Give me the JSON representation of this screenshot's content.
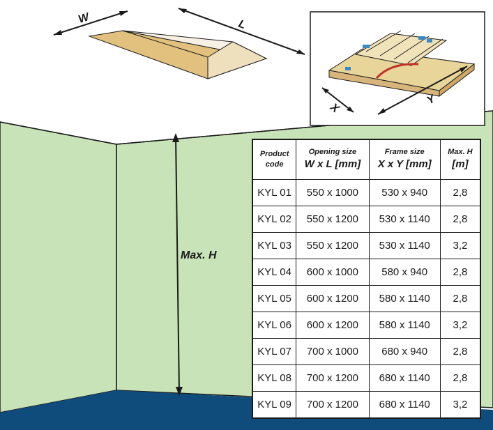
{
  "labels": {
    "width": "W",
    "length": "L",
    "frame_x": "X",
    "frame_y": "Y",
    "max_h": "Max. H"
  },
  "table": {
    "headers": {
      "product": [
        "Product",
        "code"
      ],
      "opening": {
        "top": "Opening size",
        "bottom": "W x L [mm]"
      },
      "frame": {
        "top": "Frame size",
        "bottom": "X x Y [mm]"
      },
      "maxh": {
        "top": "Max. H",
        "bottom": "[m]"
      }
    },
    "rows": [
      {
        "code": "KYL 01",
        "opening": "550 x 1000",
        "frame": "530 x 940",
        "max_h": "2,8"
      },
      {
        "code": "KYL 02",
        "opening": "550 x 1200",
        "frame": "530 x 1140",
        "max_h": "2,8"
      },
      {
        "code": "KYL 03",
        "opening": "550 x 1200",
        "frame": "530 x 1140",
        "max_h": "3,2"
      },
      {
        "code": "KYL 04",
        "opening": "600 x 1000",
        "frame": "580 x 940",
        "max_h": "2,8"
      },
      {
        "code": "KYL 05",
        "opening": "600 x 1200",
        "frame": "580 x 1140",
        "max_h": "2,8"
      },
      {
        "code": "KYL 06",
        "opening": "600 x 1200",
        "frame": "580 x 1140",
        "max_h": "3,2"
      },
      {
        "code": "KYL 07",
        "opening": "700 x 1000",
        "frame": "680 x 940",
        "max_h": "2,8"
      },
      {
        "code": "KYL 08",
        "opening": "700 x 1200",
        "frame": "680 x 1140",
        "max_h": "2,8"
      },
      {
        "code": "KYL 09",
        "opening": "700 x 1200",
        "frame": "680 x 1140",
        "max_h": "3,2"
      }
    ]
  },
  "colors": {
    "wall": "#c8e3b8",
    "floor": "#0f4c7c",
    "panel": "#e2c07e",
    "outline": "#1a1a1a"
  }
}
